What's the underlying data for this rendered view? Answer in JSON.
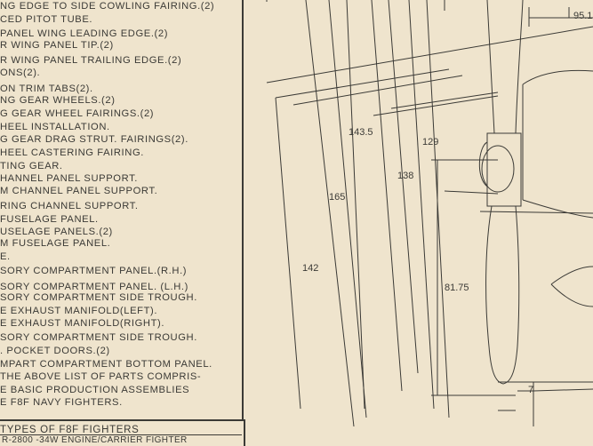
{
  "parts_list": [
    "NG EDGE TO SIDE COWLING FAIRING.(2)",
    "CED PITOT TUBE.",
    "PANEL WING LEADING EDGE.(2)",
    "R WING PANEL TIP.(2)",
    "R WING PANEL TRAILING EDGE.(2)",
    "ONS(2).",
    "ON TRIM TABS(2).",
    "NG GEAR WHEELS.(2)",
    "G GEAR WHEEL FAIRINGS.(2)",
    "HEEL INSTALLATION.",
    "G GEAR DRAG STRUT. FAIRINGS(2).",
    "HEEL CASTERING FAIRING.",
    "TING GEAR.",
    "HANNEL PANEL SUPPORT.",
    "M CHANNEL PANEL SUPPORT.",
    "RING CHANNEL SUPPORT.",
    "FUSELAGE PANEL.",
    "USELAGE PANELS.(2)",
    "M FUSELAGE PANEL.",
    "E.",
    "SORY COMPARTMENT PANEL.(R.H.)",
    "SORY COMPARTMENT PANEL. (L.H.)",
    "SORY COMPARTMENT SIDE TROUGH.",
    "E EXHAUST MANIFOLD(LEFT).",
    "E EXHAUST MANIFOLD(RIGHT).",
    "SORY COMPARTMENT SIDE TROUGH.",
    ". POCKET DOORS.(2)",
    "MPART COMPARTMENT BOTTOM PANEL.",
    "THE ABOVE LIST OF PARTS COMPRIS-",
    "E BASIC PRODUCTION ASSEMBLIES",
    "E F8F NAVY FIGHTERS."
  ],
  "types_title": "TYPES OF F8F FIGHTERS",
  "types_line2": "R-2800 -34W ENGINE/CARRIER FIGHTER",
  "dimensions": {
    "d142": "142",
    "d165": "165",
    "d143_5": "143.5",
    "d138": "138",
    "d129": "129",
    "d81_75": "81.75",
    "d7": "7",
    "d95": "95.1"
  }
}
